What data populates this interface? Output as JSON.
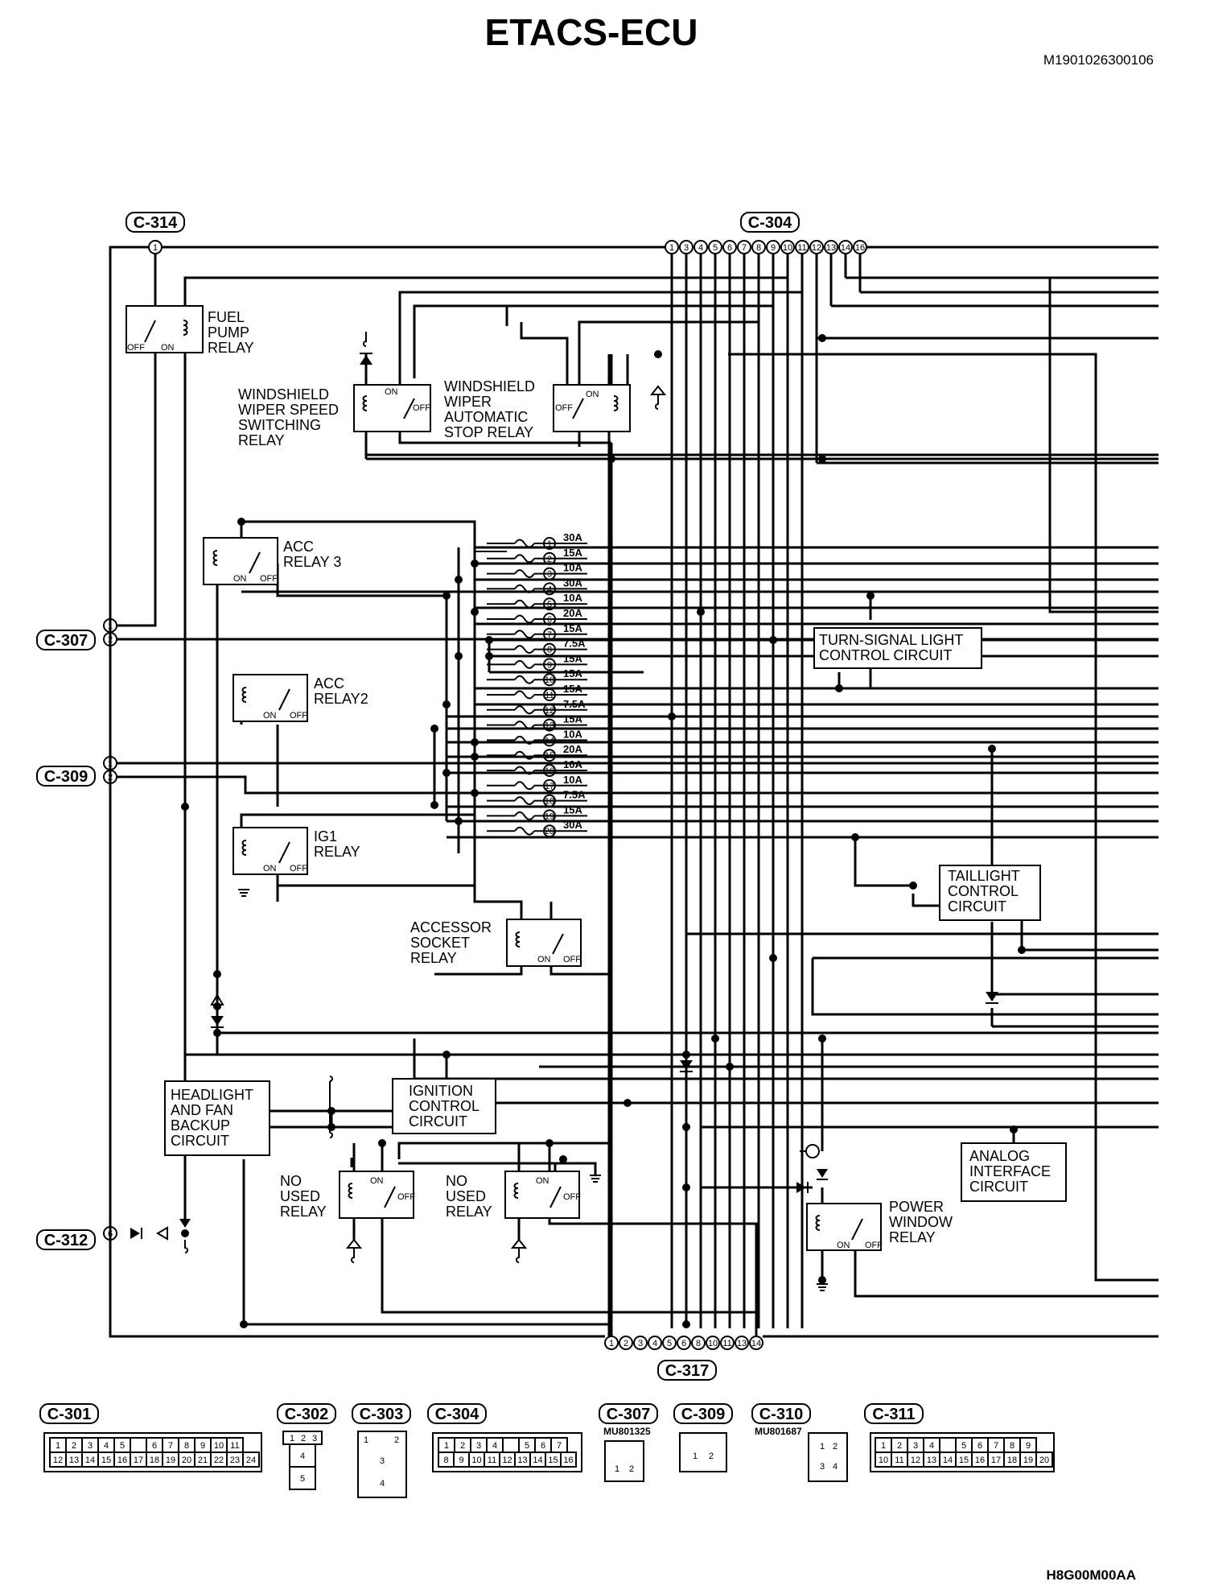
{
  "header": {
    "title": "ETACS-ECU",
    "code": "M1901026300106",
    "footer_code": "H8G00M00AA"
  },
  "connectors": {
    "c314": "C-314",
    "c304": "C-304",
    "c307": "C-307",
    "c309": "C-309",
    "c312": "C-312",
    "c317": "C-317"
  },
  "c304_pins": [
    "1",
    "3",
    "4",
    "5",
    "6",
    "7",
    "8",
    "9",
    "10",
    "11",
    "12",
    "13",
    "14",
    "16"
  ],
  "c317_pins": [
    "1",
    "2",
    "3",
    "4",
    "5",
    "6",
    "8",
    "10",
    "11",
    "13",
    "14"
  ],
  "relays": {
    "fuel_pump": [
      "FUEL",
      "PUMP",
      "RELAY"
    ],
    "wiper_speed": [
      "WINDSHIELD",
      "WIPER SPEED",
      "SWITCHING",
      "RELAY"
    ],
    "wiper_stop": [
      "WINDSHIELD",
      "WIPER",
      "AUTOMATIC",
      "STOP RELAY"
    ],
    "acc3": [
      "ACC",
      "RELAY 3"
    ],
    "acc2": [
      "ACC",
      "RELAY2"
    ],
    "ig1": [
      "IG1",
      "RELAY"
    ],
    "accessory_socket": [
      "ACCESSOR",
      "SOCKET",
      "RELAY"
    ],
    "no_used_1": [
      "NO",
      "USED",
      "RELAY"
    ],
    "no_used_2": [
      "NO",
      "USED",
      "RELAY"
    ],
    "power_window": [
      "POWER",
      "WINDOW",
      "RELAY"
    ]
  },
  "contacts": {
    "on": "ON",
    "off": "OFF"
  },
  "circuits": {
    "turn_signal": [
      "TURN-SIGNAL LIGHT",
      "CONTROL CIRCUIT"
    ],
    "taillight": [
      "TAILLIGHT",
      "CONTROL",
      "CIRCUIT"
    ],
    "headlight": [
      "HEADLIGHT",
      "AND FAN",
      "BACKUP",
      "CIRCUIT"
    ],
    "ignition": [
      "IGNITION",
      "CONTROL",
      "CIRCUIT"
    ],
    "analog": [
      "ANALOG",
      "INTERFACE",
      "CIRCUIT"
    ]
  },
  "fuses": [
    {
      "no": "1",
      "amp": "30A"
    },
    {
      "no": "2",
      "amp": "15A"
    },
    {
      "no": "3",
      "amp": "10A"
    },
    {
      "no": "4",
      "amp": "30A"
    },
    {
      "no": "5",
      "amp": "10A"
    },
    {
      "no": "6",
      "amp": "20A"
    },
    {
      "no": "7",
      "amp": "15A"
    },
    {
      "no": "8",
      "amp": "7.5A"
    },
    {
      "no": "9",
      "amp": "15A"
    },
    {
      "no": "10",
      "amp": "15A"
    },
    {
      "no": "11",
      "amp": "15A"
    },
    {
      "no": "12",
      "amp": "7.5A"
    },
    {
      "no": "13",
      "amp": "15A"
    },
    {
      "no": "14",
      "amp": "10A"
    },
    {
      "no": "15",
      "amp": "20A"
    },
    {
      "no": "16",
      "amp": "10A"
    },
    {
      "no": "17",
      "amp": "10A"
    },
    {
      "no": "18",
      "amp": "7.5A"
    },
    {
      "no": "19",
      "amp": "15A"
    },
    {
      "no": "20",
      "amp": "30A"
    }
  ],
  "pin_labels": {
    "c314_1": "1",
    "c307_1": "1",
    "c307_2": "2",
    "c309_1": "1",
    "c309_2": "2",
    "c312_6": "6"
  },
  "legend": {
    "c301": {
      "label": "C-301",
      "row1": [
        "1",
        "2",
        "3",
        "4",
        "5",
        "",
        "6",
        "7",
        "8",
        "9",
        "10",
        "11"
      ],
      "row2": [
        "12",
        "13",
        "14",
        "15",
        "16",
        "17",
        "18",
        "19",
        "20",
        "21",
        "22",
        "23",
        "24"
      ]
    },
    "c302": {
      "label": "C-302",
      "row1": [
        "1",
        "2",
        "3"
      ],
      "row2": [
        "4"
      ],
      "row3": [
        "5"
      ]
    },
    "c303": {
      "label": "C-303",
      "row1": [
        "1",
        "",
        "2"
      ],
      "row2": [
        "3"
      ],
      "row3": [
        "4"
      ]
    },
    "c304": {
      "label": "C-304",
      "row1": [
        "1",
        "2",
        "3",
        "4",
        "",
        "5",
        "6",
        "7"
      ],
      "row2": [
        "8",
        "9",
        "10",
        "11",
        "12",
        "13",
        "14",
        "15",
        "16"
      ]
    },
    "c307": {
      "label": "C-307",
      "part": "MU801325",
      "pins": [
        "1",
        "2"
      ]
    },
    "c309": {
      "label": "C-309",
      "pins": [
        "1",
        "2"
      ]
    },
    "c310": {
      "label": "C-310",
      "part": "MU801687",
      "pins": [
        "1",
        "2",
        "3",
        "4"
      ]
    },
    "c311": {
      "label": "C-311",
      "row1": [
        "1",
        "2",
        "3",
        "4",
        "",
        "5",
        "6",
        "7",
        "8",
        "9"
      ],
      "row2": [
        "10",
        "11",
        "12",
        "13",
        "14",
        "15",
        "16",
        "17",
        "18",
        "19",
        "20"
      ]
    }
  }
}
